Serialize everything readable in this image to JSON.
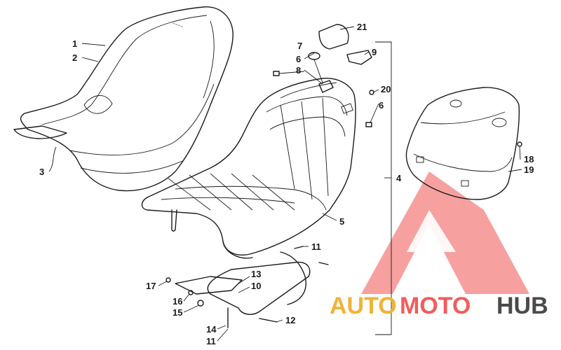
{
  "callouts": [
    {
      "id": "1",
      "label": "1"
    },
    {
      "id": "2",
      "label": "2"
    },
    {
      "id": "3",
      "label": "3"
    },
    {
      "id": "4",
      "label": "4"
    },
    {
      "id": "5",
      "label": "5"
    },
    {
      "id": "6a",
      "label": "6"
    },
    {
      "id": "6b",
      "label": "6"
    },
    {
      "id": "7",
      "label": "7"
    },
    {
      "id": "8",
      "label": "8"
    },
    {
      "id": "9",
      "label": "9"
    },
    {
      "id": "10",
      "label": "10"
    },
    {
      "id": "11a",
      "label": "11"
    },
    {
      "id": "11b",
      "label": "11"
    },
    {
      "id": "12",
      "label": "12"
    },
    {
      "id": "13",
      "label": "13"
    },
    {
      "id": "14",
      "label": "14"
    },
    {
      "id": "15",
      "label": "15"
    },
    {
      "id": "16",
      "label": "16"
    },
    {
      "id": "17",
      "label": "17"
    },
    {
      "id": "18",
      "label": "18"
    },
    {
      "id": "19",
      "label": "19"
    },
    {
      "id": "20",
      "label": "20"
    },
    {
      "id": "21",
      "label": "21"
    }
  ],
  "watermark": {
    "part1": "AUTO",
    "part2": "MOTO",
    "part3": "HUB",
    "colors": {
      "auto": "#f2b233",
      "moto": "#f25c5c",
      "hub": "#4a4a4a",
      "triangle": "#f26b6b"
    }
  }
}
